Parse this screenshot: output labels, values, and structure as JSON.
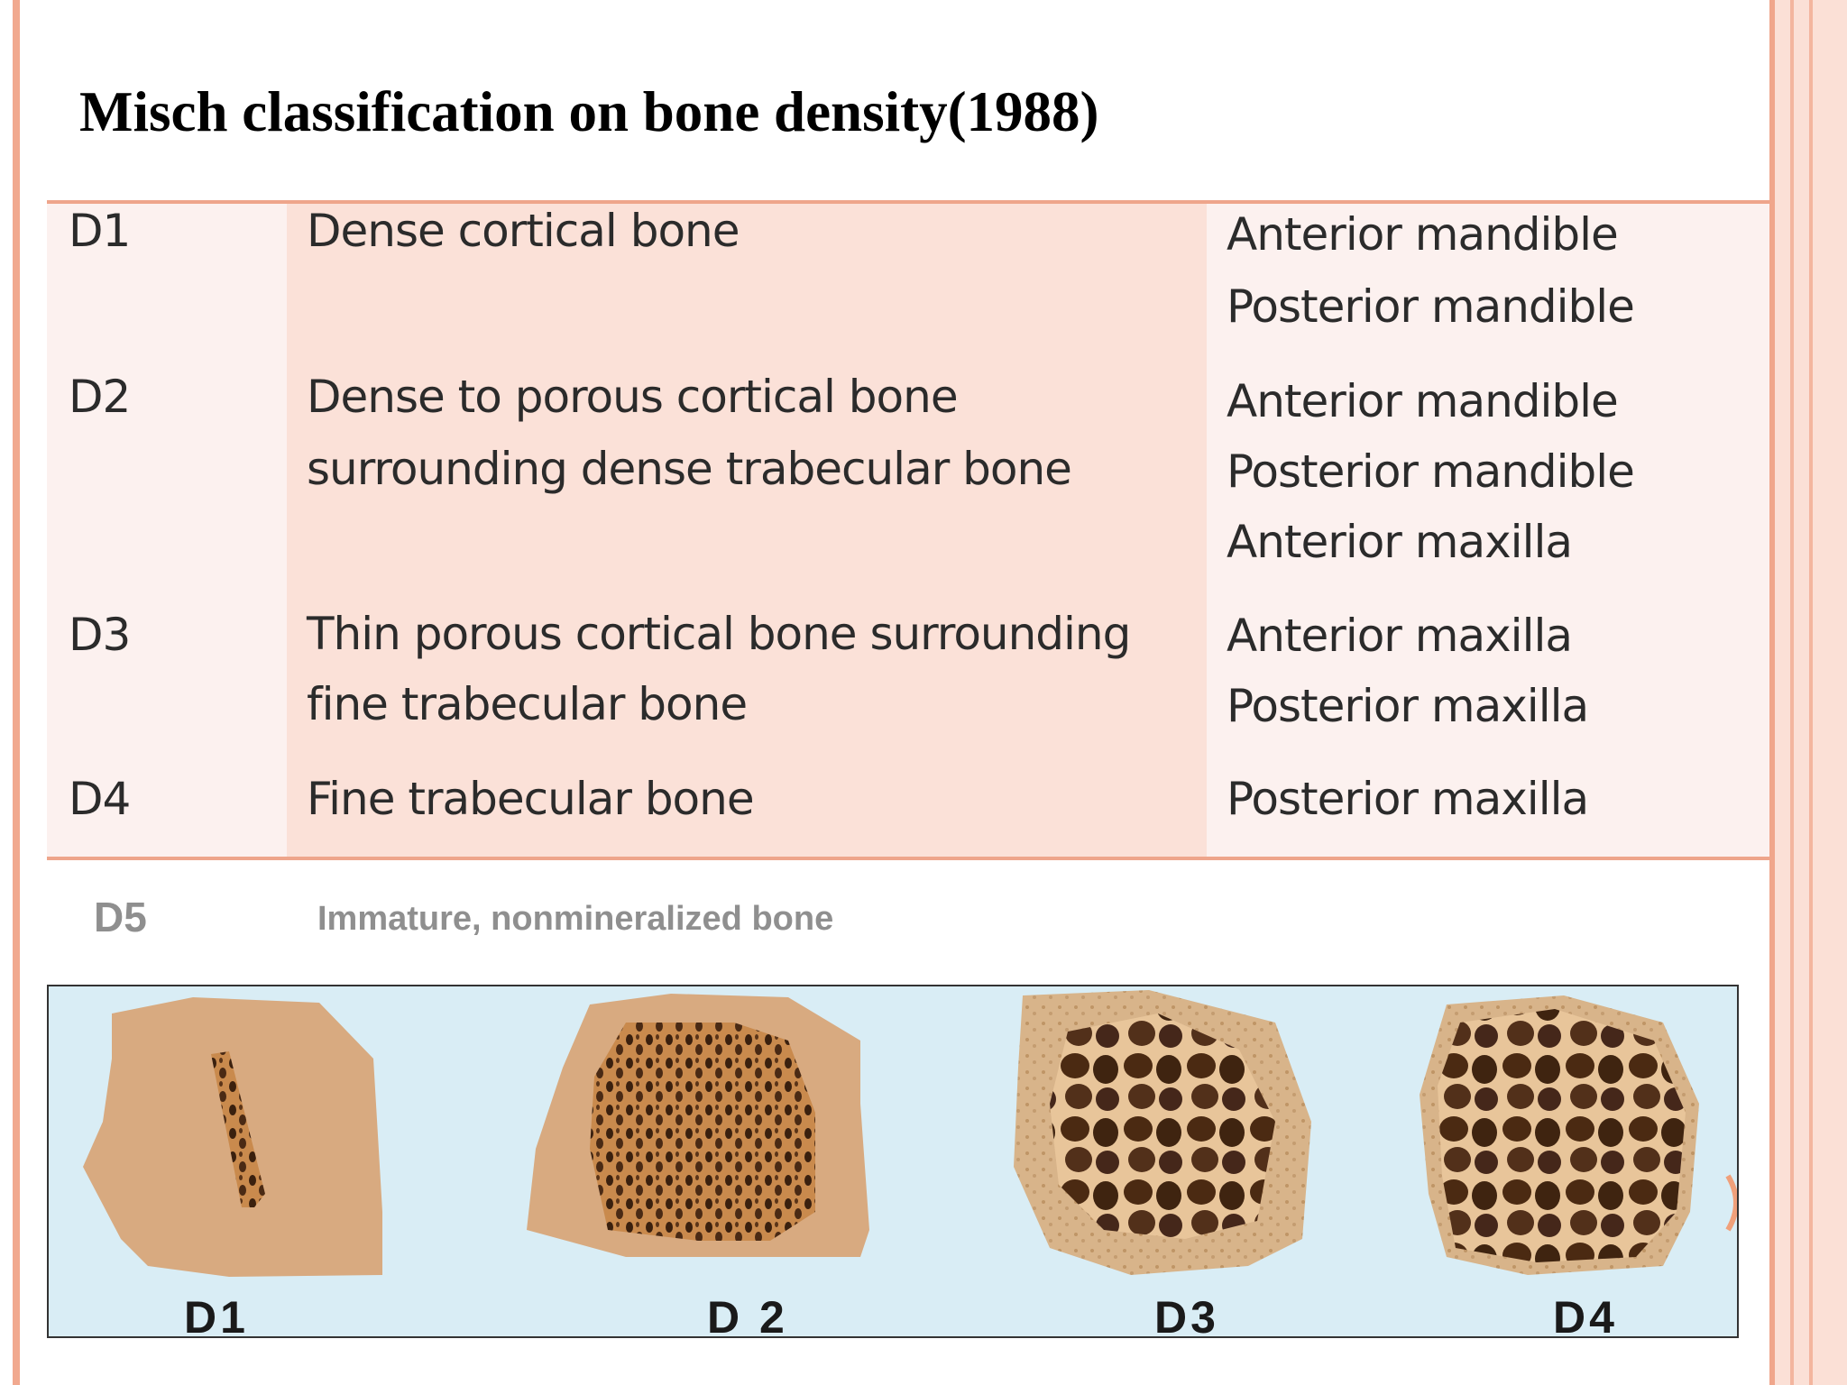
{
  "title": "Misch classification on bone density(1988)",
  "table": {
    "rows": [
      {
        "class": "D1",
        "description": [
          "Dense cortical bone"
        ],
        "locations": [
          "Anterior mandible",
          "Posterior mandible"
        ]
      },
      {
        "class": "D2",
        "description": [
          "Dense to porous cortical bone",
          "surrounding dense trabecular bone"
        ],
        "locations": [
          "Anterior mandible",
          "Posterior mandible",
          "Anterior maxilla"
        ]
      },
      {
        "class": "D3",
        "description": [
          "Thin porous cortical bone surrounding",
          "fine trabecular bone"
        ],
        "locations": [
          "Anterior maxilla",
          "Posterior maxilla"
        ]
      },
      {
        "class": "D4",
        "description": [
          "Fine trabecular bone"
        ],
        "locations": [
          "Posterior maxilla"
        ]
      }
    ]
  },
  "extra_row": {
    "class": "D5",
    "description": "Immature, nonmineralized bone"
  },
  "figure": {
    "labels": [
      "D1",
      "D 2",
      "D3",
      "D4"
    ],
    "colors": {
      "background": "#d9edf5",
      "cortical": "#d8aa80",
      "trabecular_dark": "#4a2a14",
      "trabecular_light": "#c98a4d"
    }
  },
  "colors": {
    "accent_border": "#eea58b",
    "column_light": "#fcf1ef",
    "column_mid": "#fbe1d8"
  }
}
